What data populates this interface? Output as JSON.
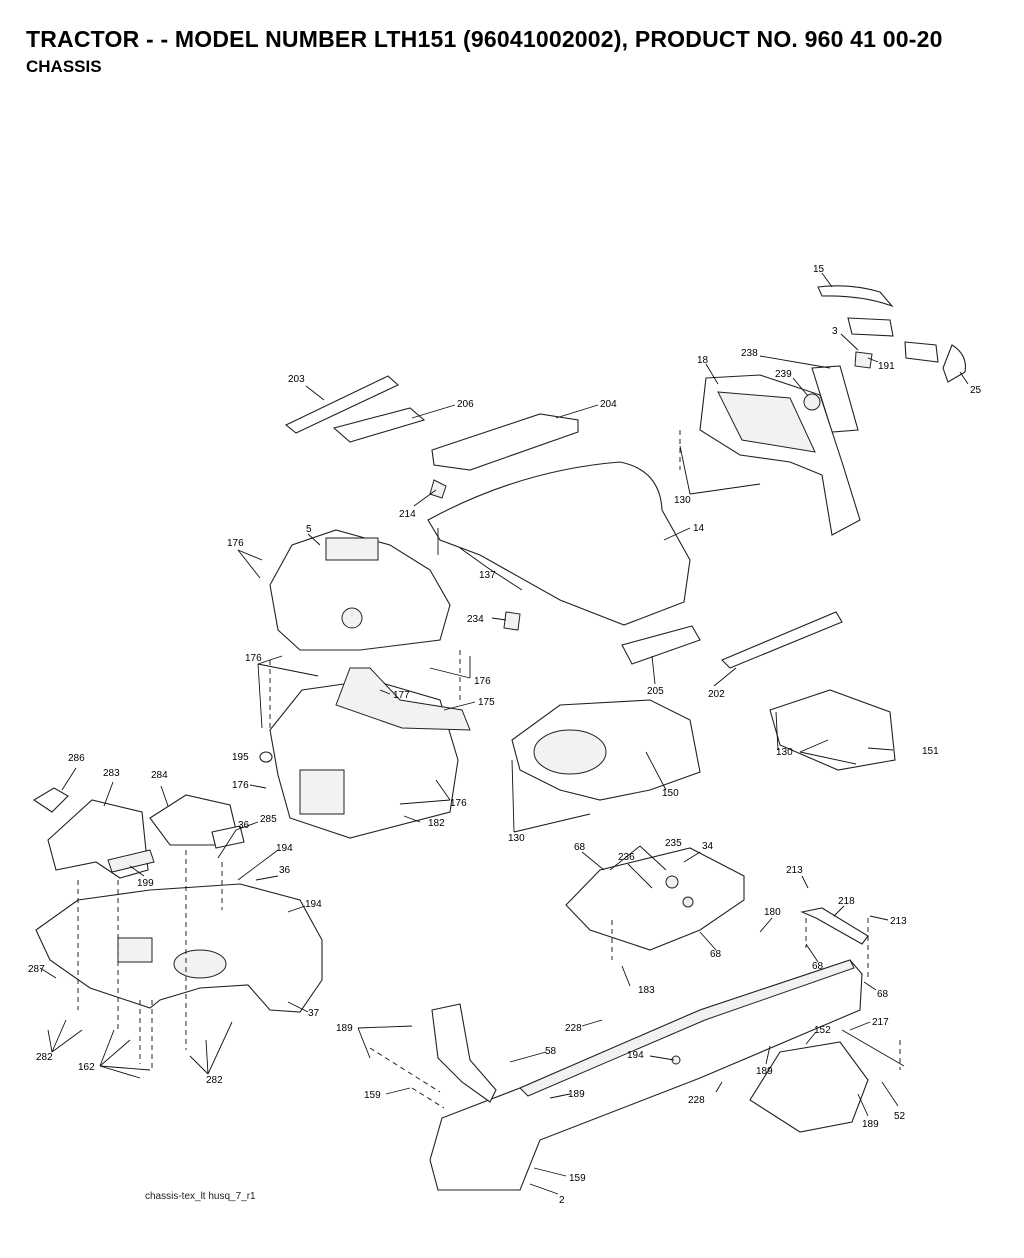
{
  "header": {
    "title": "TRACTOR - - MODEL NUMBER LTH151 (96041002002), PRODUCT NO. 960 41 00-20",
    "subtitle": "CHASSIS"
  },
  "footer": {
    "file_ref": "chassis-tex_lt husq_7_r1"
  },
  "callouts": {
    "c15": "15",
    "c3": "3",
    "c191": "191",
    "c25": "25",
    "c18": "18",
    "c238": "238",
    "c239": "239",
    "c203": "203",
    "c206": "206",
    "c204": "204",
    "c214": "214",
    "c130a": "130",
    "c14": "14",
    "c5": "5",
    "c176a": "176",
    "c137": "137",
    "c234": "234",
    "c205": "205",
    "c202": "202",
    "c176b": "176",
    "c176c": "176",
    "c177": "177",
    "c175": "175",
    "c195": "195",
    "c176d": "176",
    "c176e": "176",
    "c182": "182",
    "c150": "150",
    "c130b": "130",
    "c130c": "130",
    "c151": "151",
    "c286": "286",
    "c283": "283",
    "c284": "284",
    "c285": "285",
    "c36a": "36",
    "c194a": "194",
    "c36b": "36",
    "c199": "199",
    "c194b": "194",
    "c68a": "68",
    "c235": "235",
    "c34": "34",
    "c236": "236",
    "c213a": "213",
    "c218": "218",
    "c213b": "213",
    "c180": "180",
    "c68b": "68",
    "c68c": "68",
    "c68d": "68",
    "c183": "183",
    "c287": "287",
    "c37": "37",
    "c282a": "282",
    "c162": "162",
    "c282b": "282",
    "c189a": "189",
    "c228a": "228",
    "c58": "58",
    "c194c": "194",
    "c189b": "189",
    "c159a": "159",
    "c152": "152",
    "c217": "217",
    "c189c": "189",
    "c228b": "228",
    "c189d": "189",
    "c52": "52",
    "c159b": "159",
    "c2": "2"
  }
}
